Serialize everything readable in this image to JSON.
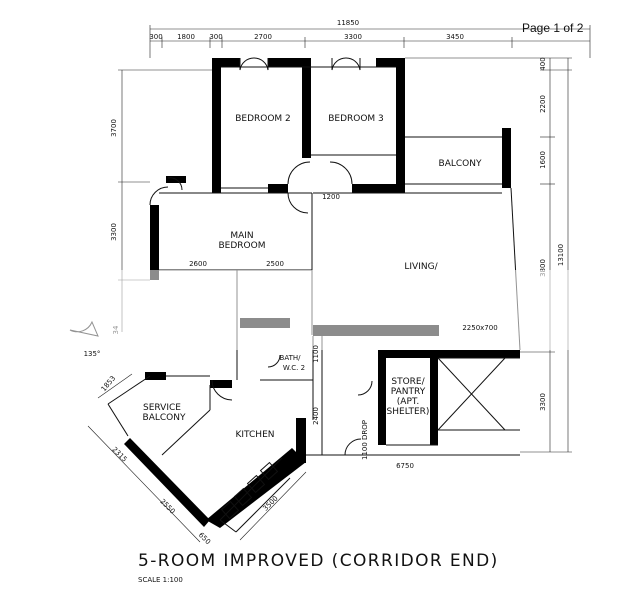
{
  "page_indicator": "Page 1 of 2",
  "title": "5-ROOM IMPROVED (CORRIDOR END)",
  "scale": "SCALE   1:100",
  "rooms": {
    "bedroom2": "BEDROOM 2",
    "bedroom3": "BEDROOM 3",
    "balcony": "BALCONY",
    "main_bedroom_1": "MAIN",
    "main_bedroom_2": "BEDROOM",
    "living": "LIVING/",
    "bath_1": "BATH/",
    "bath_2": "W.C. 2",
    "store_1": "STORE/",
    "store_2": "PANTRY",
    "store_3": "(APT.",
    "store_4": "SHELTER)",
    "service_balcony_1": "SERVICE",
    "service_balcony_2": "BALCONY",
    "kitchen": "KITCHEN"
  },
  "dimensions": {
    "overall_width": "11850",
    "top_300a": "300",
    "top_1800": "1800",
    "top_300b": "300",
    "top_2700": "2700",
    "top_3300": "3300",
    "top_3450": "3450",
    "left_3700": "3700",
    "left_3300": "3300",
    "right_400": "400",
    "right_2200": "2200",
    "right_1600": "1600",
    "right_3800": "3800",
    "right_13100": "13100",
    "right_3300": "3300",
    "corridor_1200": "1200",
    "mb_2600": "2600",
    "mb_2500": "2500",
    "bath_1100": "1100",
    "kitchen_2400": "2400",
    "bottom_6750": "6750",
    "diag_1853": "1853",
    "diag_2315": "2315",
    "diag_2550": "2550",
    "diag_650": "650",
    "diag_3500": "3500",
    "angle_135": "135°",
    "door_1100_drop": "1100 DROP",
    "living_2250": "2250x700",
    "left_34": "34"
  }
}
